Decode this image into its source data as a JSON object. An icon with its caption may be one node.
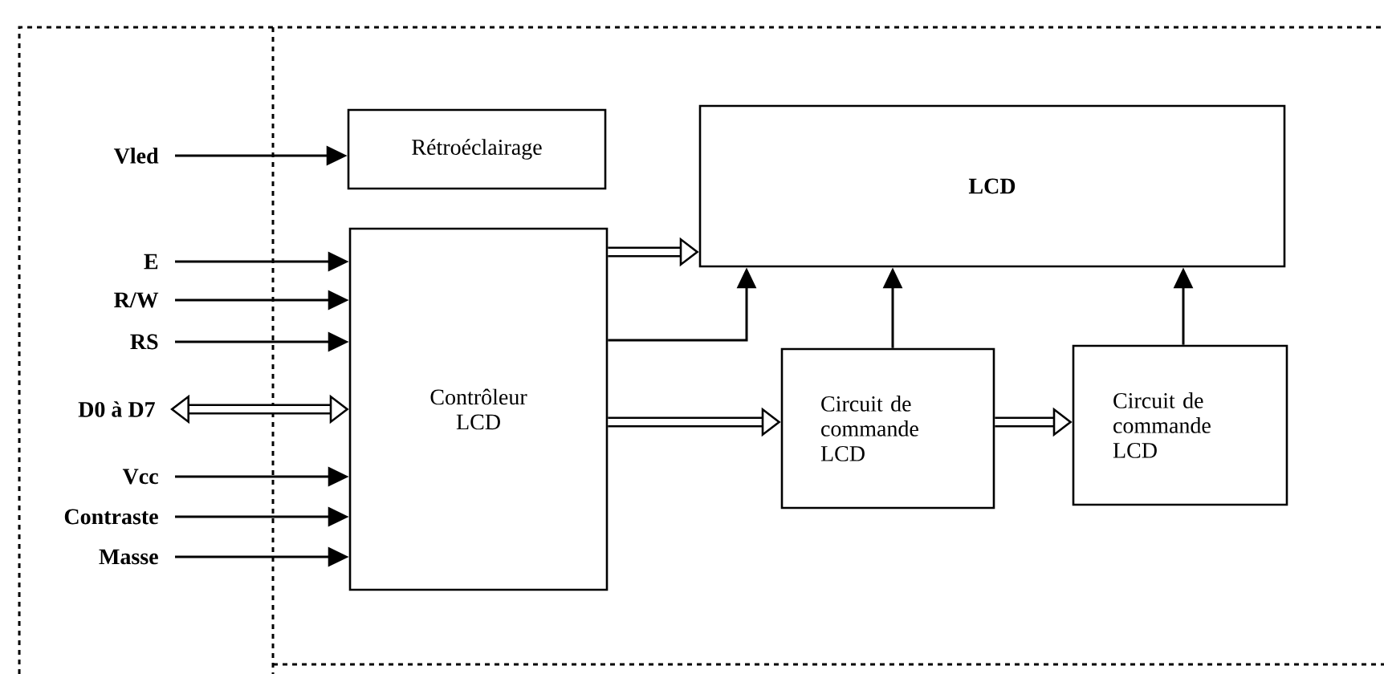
{
  "diagram": {
    "nodes": [
      {
        "text": [
          "Vled"
        ]
      },
      {
        "text": [
          "E"
        ]
      },
      {
        "text": [
          "R/W"
        ]
      },
      {
        "text": [
          "RS"
        ]
      },
      {
        "text": [
          "D0 à D7"
        ]
      },
      {
        "text": [
          "Vcc"
        ]
      },
      {
        "text": [
          "Contraste"
        ]
      },
      {
        "text": [
          "Masse"
        ]
      },
      {
        "text": [
          "Rétroéclairage"
        ]
      },
      {
        "text": [
          "LCD"
        ]
      },
      {
        "text": [
          "Contrôleur LCD"
        ]
      },
      {
        "text": [
          "Circuit de commande LCD"
        ]
      },
      {
        "text": [
          "Circuit de commande LCD"
        ]
      }
    ],
    "edges": [
      {
        "from": 0,
        "to": 8,
        "arrow": "to"
      },
      {
        "from": 1,
        "to": 10,
        "arrow": "to"
      },
      {
        "from": 2,
        "to": 10,
        "arrow": "to"
      },
      {
        "from": 3,
        "to": 10,
        "arrow": "to"
      },
      {
        "from": 4,
        "to": 10,
        "arrow": "both",
        "style": "thick"
      },
      {
        "from": 5,
        "to": 10,
        "arrow": "to"
      },
      {
        "from": 6,
        "to": 10,
        "arrow": "to"
      },
      {
        "from": 7,
        "to": 10,
        "arrow": "to"
      },
      {
        "from": 10,
        "to": 9,
        "arrow": "to",
        "style": "thick"
      },
      {
        "from": 10,
        "to": 9,
        "arrow": "to"
      },
      {
        "from": 10,
        "to": 11,
        "arrow": "to",
        "style": "thick"
      },
      {
        "from": 11,
        "to": 9,
        "arrow": "to"
      },
      {
        "from": 11,
        "to": 12,
        "arrow": "to",
        "style": "thick"
      },
      {
        "from": 12,
        "to": 9,
        "arrow": "to"
      }
    ]
  }
}
